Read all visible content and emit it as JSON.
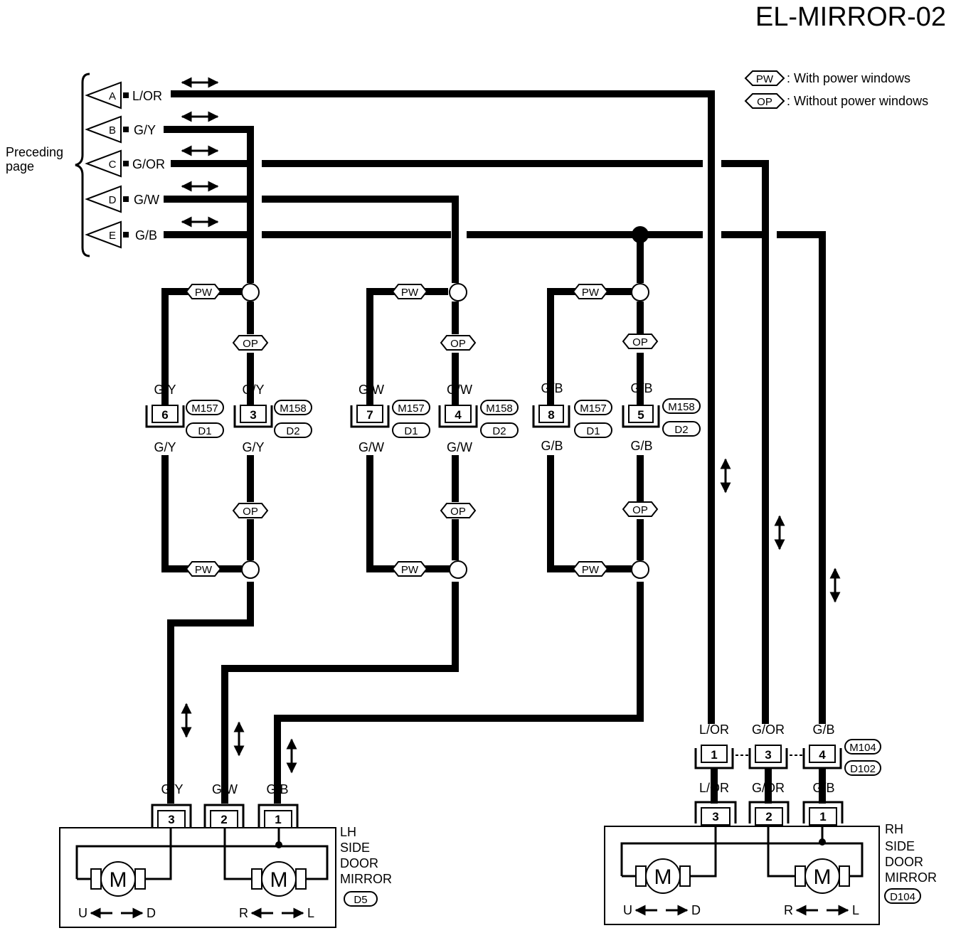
{
  "title": "EL-MIRROR-02",
  "legend": {
    "pw_tag": "PW",
    "pw_text": ": With power windows",
    "op_tag": "OP",
    "op_text": ": Without power windows"
  },
  "preceding": "Preceding page",
  "preceding_l1": "Preceding",
  "preceding_l2": "page",
  "inputs": [
    {
      "letter": "A",
      "wire": "L/OR"
    },
    {
      "letter": "B",
      "wire": "G/Y"
    },
    {
      "letter": "C",
      "wire": "G/OR"
    },
    {
      "letter": "D",
      "wire": "G/W"
    },
    {
      "letter": "E",
      "wire": "G/B"
    }
  ],
  "tags": {
    "pw": "PW",
    "op": "OP"
  },
  "junctions": [
    {
      "color": "G/Y",
      "pw_pin": "6",
      "op_pin": "3"
    },
    {
      "color": "G/W",
      "pw_pin": "7",
      "op_pin": "4"
    },
    {
      "color": "G/B",
      "pw_pin": "8",
      "op_pin": "5"
    }
  ],
  "conn": {
    "m157": "M157",
    "m158": "M158",
    "d1": "D1",
    "d2": "D2",
    "m104": "M104",
    "d102": "D102"
  },
  "rh_junction": [
    {
      "color": "L/OR",
      "pin": "1"
    },
    {
      "color": "G/OR",
      "pin": "3"
    },
    {
      "color": "G/B",
      "pin": "4"
    }
  ],
  "lh_mirror": {
    "pins": [
      "3",
      "2",
      "1"
    ],
    "colors": [
      "G/Y",
      "G/W",
      "G/B"
    ],
    "label": [
      "LH",
      "SIDE",
      "DOOR",
      "MIRROR"
    ],
    "conn": "D5",
    "motor": "M",
    "dir1a": "U",
    "dir1b": "D",
    "dir2a": "R",
    "dir2b": "L"
  },
  "rh_mirror": {
    "pins": [
      "3",
      "2",
      "1"
    ],
    "colors": [
      "L/OR",
      "G/OR",
      "G/B"
    ],
    "label": [
      "RH",
      "SIDE",
      "DOOR",
      "MIRROR"
    ],
    "conn": "D104",
    "motor": "M",
    "dir1a": "U",
    "dir1b": "D",
    "dir2a": "R",
    "dir2b": "L"
  }
}
